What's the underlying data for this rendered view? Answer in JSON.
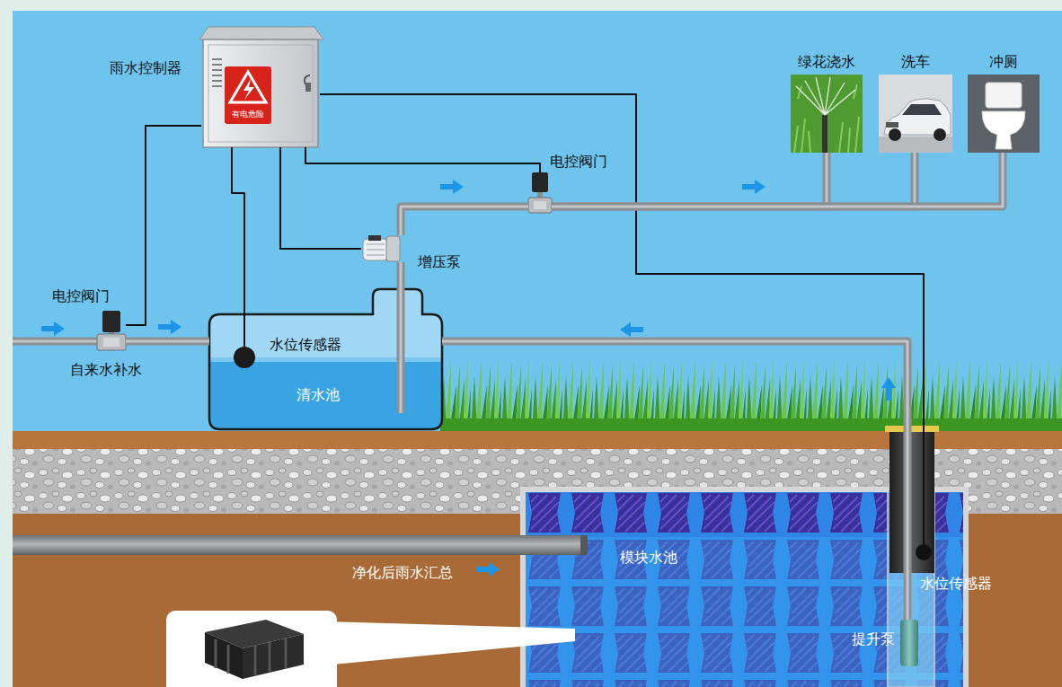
{
  "diagram": {
    "nodes": [
      {
        "text": [
          "雨水控制器",
          "有电危险"
        ]
      },
      {
        "text": [
          "绿花浇水"
        ]
      },
      {
        "text": [
          "洗车"
        ]
      },
      {
        "text": [
          "冲厕"
        ]
      },
      {
        "text": [
          "电控阀门"
        ]
      },
      {
        "text": [
          "增压泵"
        ]
      },
      {
        "text": [
          "电控阀门"
        ]
      },
      {
        "text": [
          "清水池"
        ]
      },
      {
        "text": [
          "水位传感器"
        ],
        "in": 7
      },
      {
        "text": [
          "模块水池"
        ]
      },
      {
        "text": [
          "水位传感器"
        ],
        "in": 9
      },
      {
        "text": [
          "提升泵"
        ],
        "in": 9
      }
    ],
    "edges": [
      {
        "from": 0,
        "to": 6,
        "arrow": "none"
      },
      {
        "from": 0,
        "to": 8,
        "arrow": "none"
      },
      {
        "from": 0,
        "to": 5,
        "arrow": "none"
      },
      {
        "from": 0,
        "to": 4,
        "arrow": "none"
      },
      {
        "from": 0,
        "to": 10,
        "arrow": "none"
      },
      {
        "from": 6,
        "to": 7,
        "arrow": "none"
      },
      {
        "from": 7,
        "to": 5,
        "arrow": "none"
      },
      {
        "from": 5,
        "to": 4,
        "arrow": "none"
      },
      {
        "from": 4,
        "to": 1,
        "arrow": "none"
      },
      {
        "from": 4,
        "to": 2,
        "arrow": "none"
      },
      {
        "from": 4,
        "to": 3,
        "arrow": "none"
      },
      {
        "from": 11,
        "to": 7,
        "arrow": "none"
      }
    ],
    "labels": [
      "自来水补水",
      "净化后雨水汇总"
    ]
  }
}
